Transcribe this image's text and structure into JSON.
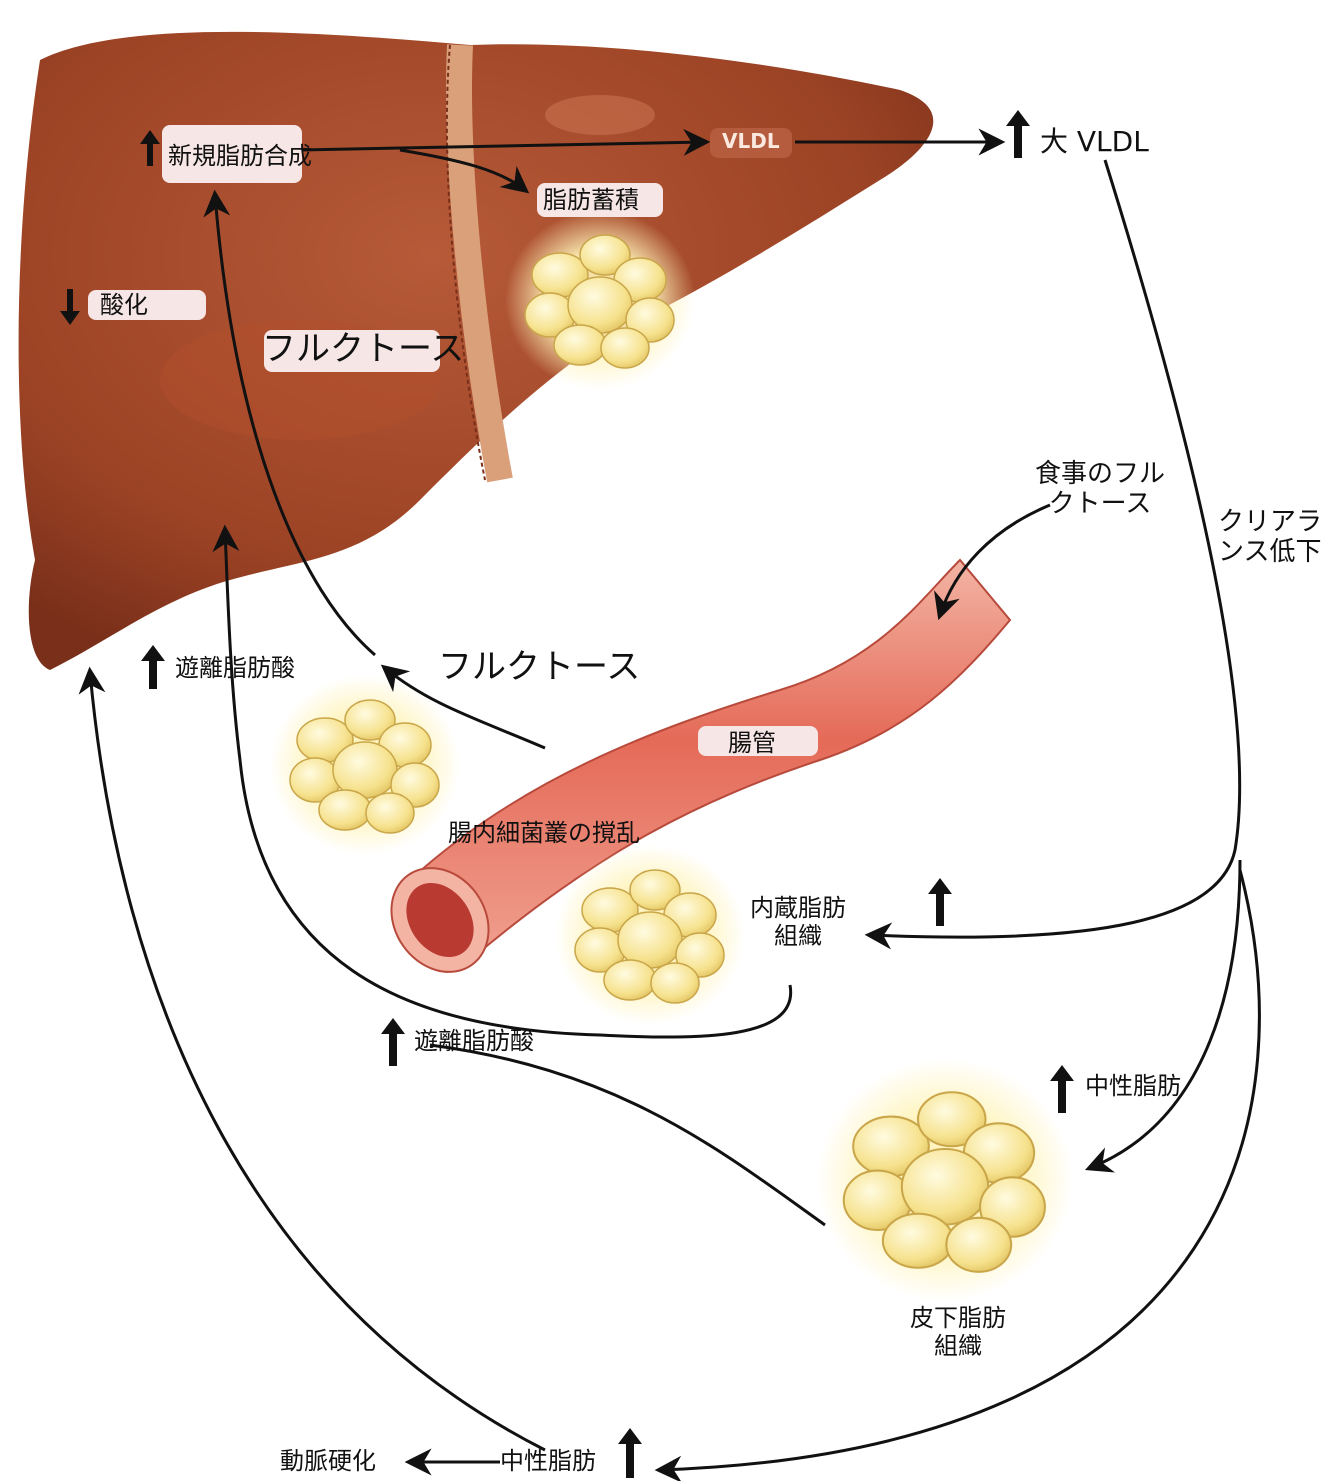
{
  "labels": {
    "de_novo_lipogenesis": "新規脂肪合成",
    "vldl": "VLDL",
    "large_vldl": "大 VLDL",
    "fat_accumulation": "脂肪蓄積",
    "oxidation": "酸化",
    "fructose_liver": "フルクトース",
    "fructose_portal": "フルクトース",
    "dietary_fructose_line1": "食事のフル",
    "dietary_fructose_line2": "クトース",
    "clearance_line1": "クリアラ",
    "clearance_line2": "ンス低下",
    "ffa_top": "遊離脂肪酸",
    "gut": "腸管",
    "microbiota": "腸内細菌叢の撹乱",
    "visceral_line1": "内蔵脂肪",
    "visceral_line2": "組織",
    "ffa_bottom": "遊離脂肪酸",
    "triglyceride_right": "中性脂肪",
    "subcutaneous_line1": "皮下脂肪",
    "subcutaneous_line2": "組織",
    "atherosclerosis": "動脈硬化",
    "triglyceride_bottom": "中性脂肪"
  },
  "colors": {
    "liver": "#a2462a",
    "liver_dark": "#7a2f1a",
    "gallbladder_band": "#d9a07a",
    "intestine": "#e67060",
    "intestine_light": "#f7c0b0",
    "fat": "#f7e69a",
    "fat_glow": "#fff6c8",
    "arrow": "#111111"
  },
  "icons": [
    "up-arrow-icon",
    "down-arrow-icon"
  ]
}
